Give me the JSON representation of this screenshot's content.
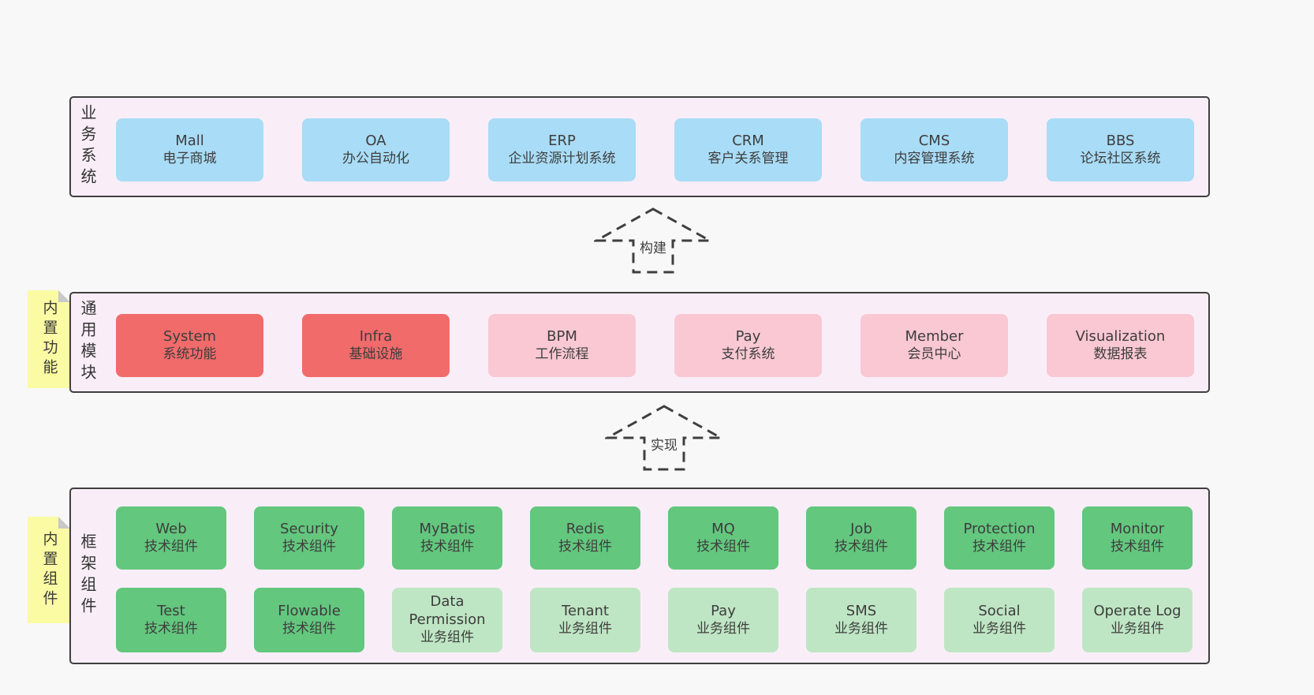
{
  "colors": {
    "bg": "#f8f8f8",
    "panel": "#f9eef7",
    "border": "#3f3f3f",
    "text": "#3d3d3d",
    "blue": "#a9dcf6",
    "red": "#f16b6b",
    "pink": "#f9c8d3",
    "green": "#63c77e",
    "green-light": "#bfe6c4",
    "yellow": "#fbfba3",
    "fold": "#c8c8c8"
  },
  "layers": [
    {
      "label": "业务系统",
      "boxes": [
        {
          "title": "Mall",
          "subtitle": "电子商城"
        },
        {
          "title": "OA",
          "subtitle": "办公自动化"
        },
        {
          "title": "ERP",
          "subtitle": "企业资源计划系统"
        },
        {
          "title": "CRM",
          "subtitle": "客户关系管理"
        },
        {
          "title": "CMS",
          "subtitle": "内容管理系统"
        },
        {
          "title": "BBS",
          "subtitle": "论坛社区系统"
        }
      ]
    },
    {
      "label": "通用模块",
      "sticky": "内置功能",
      "boxes": [
        {
          "title": "System",
          "subtitle": "系统功能"
        },
        {
          "title": "Infra",
          "subtitle": "基础设施"
        },
        {
          "title": "BPM",
          "subtitle": "工作流程"
        },
        {
          "title": "Pay",
          "subtitle": "支付系统"
        },
        {
          "title": "Member",
          "subtitle": "会员中心"
        },
        {
          "title": "Visualization",
          "subtitle": "数据报表"
        }
      ]
    },
    {
      "label": "框架组件",
      "sticky": "内置组件",
      "rows": [
        [
          {
            "title": "Web",
            "subtitle": "技术组件"
          },
          {
            "title": "Security",
            "subtitle": "技术组件"
          },
          {
            "title": "MyBatis",
            "subtitle": "技术组件"
          },
          {
            "title": "Redis",
            "subtitle": "技术组件"
          },
          {
            "title": "MQ",
            "subtitle": "技术组件"
          },
          {
            "title": "Job",
            "subtitle": "技术组件"
          },
          {
            "title": "Protection",
            "subtitle": "技术组件"
          },
          {
            "title": "Monitor",
            "subtitle": "技术组件"
          }
        ],
        [
          {
            "title": "Test",
            "subtitle": "技术组件"
          },
          {
            "title": "Flowable",
            "subtitle": "技术组件"
          },
          {
            "title": "Data Permission",
            "subtitle": "业务组件"
          },
          {
            "title": "Tenant",
            "subtitle": "业务组件"
          },
          {
            "title": "Pay",
            "subtitle": "业务组件"
          },
          {
            "title": "SMS",
            "subtitle": "业务组件"
          },
          {
            "title": "Social",
            "subtitle": "业务组件"
          },
          {
            "title": "Operate Log",
            "subtitle": "业务组件"
          }
        ]
      ]
    }
  ],
  "arrows": [
    {
      "label": "构建"
    },
    {
      "label": "实现"
    }
  ]
}
